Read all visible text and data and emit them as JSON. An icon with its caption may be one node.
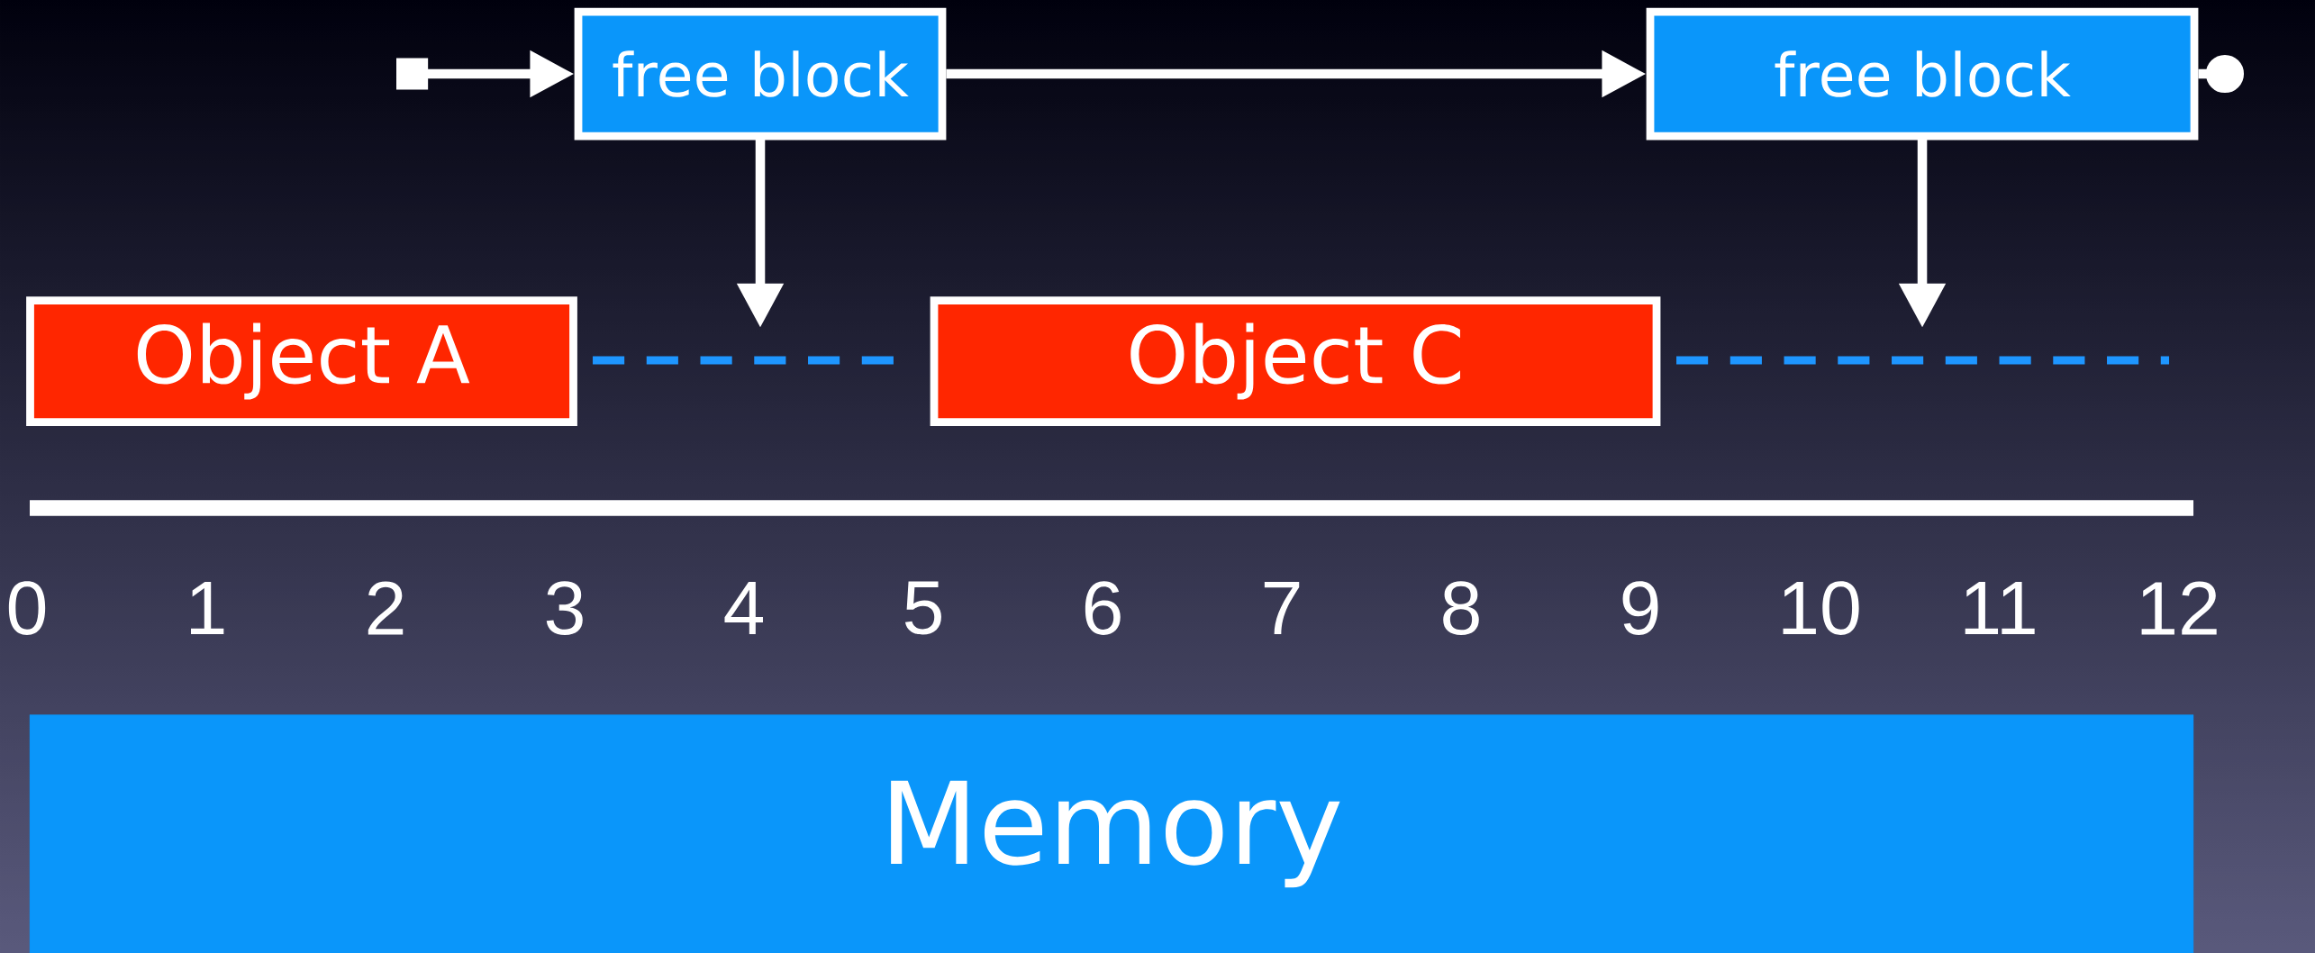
{
  "diagram": {
    "nodes": [
      {
        "text": [
          "free block"
        ]
      },
      {
        "text": [
          "free block"
        ]
      },
      {
        "text": [
          "Object A"
        ]
      },
      {
        "text": [
          "Object C"
        ]
      },
      {
        "text": [
          "Memory"
        ]
      }
    ],
    "edges": [
      {
        "from": null,
        "to": 0,
        "arrow": "to"
      },
      {
        "from": 0,
        "to": 1,
        "arrow": "to"
      },
      {
        "from": 1,
        "to": null,
        "arrow": "other"
      },
      {
        "from": 0,
        "to": null,
        "arrow": "to"
      },
      {
        "from": 1,
        "to": null,
        "arrow": "to"
      }
    ],
    "labels": [
      "0",
      "1",
      "2",
      "3",
      "4",
      "5",
      "6",
      "7",
      "8",
      "9",
      "10",
      "11",
      "12"
    ]
  }
}
